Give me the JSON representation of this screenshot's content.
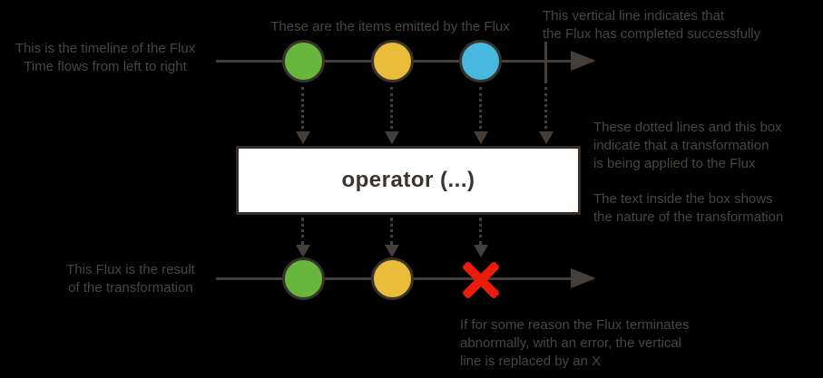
{
  "colors": {
    "background": "#000000",
    "annotation_text": "#4b4540",
    "line": "#453f3b",
    "marble_border": "#37322e",
    "green": "#68b63e",
    "yellow": "#e9bd39",
    "blue": "#47b8e0",
    "error_red": "#ec1c0d",
    "box_background": "#ffffff",
    "box_border": "#332e2a",
    "box_text": "#3a3430"
  },
  "operator_box": {
    "label": "operator (...)"
  },
  "annotations": {
    "timeline": {
      "lines": [
        "This is the timeline of the Flux",
        "Time flows from left to right"
      ]
    },
    "items": {
      "lines": [
        "These are the items emitted by the Flux"
      ]
    },
    "complete": {
      "lines": [
        "This vertical line indicates that",
        "the Flux has completed successfully"
      ]
    },
    "transformation": {
      "lines": [
        "These dotted lines and this box",
        "indicate that a transformation",
        "is being applied to the Flux"
      ]
    },
    "box_meaning": {
      "lines": [
        "The text inside the box shows",
        "the nature of the transformation"
      ]
    },
    "result": {
      "lines": [
        "This Flux is the result",
        "of the transformation"
      ]
    },
    "error": {
      "lines": [
        "If for some reason the Flux terminates",
        "abnormally, with an error, the vertical",
        "line is replaced by an X"
      ]
    }
  },
  "diagram": {
    "source_flux": {
      "items": [
        {
          "name": "item-1",
          "color": "#68b63e"
        },
        {
          "name": "item-2",
          "color": "#e9bd39"
        },
        {
          "name": "item-3",
          "color": "#47b8e0"
        }
      ],
      "terminal": "complete"
    },
    "result_flux": {
      "items": [
        {
          "name": "item-1",
          "color": "#68b63e"
        },
        {
          "name": "item-2",
          "color": "#e9bd39"
        }
      ],
      "terminal": "error"
    }
  }
}
